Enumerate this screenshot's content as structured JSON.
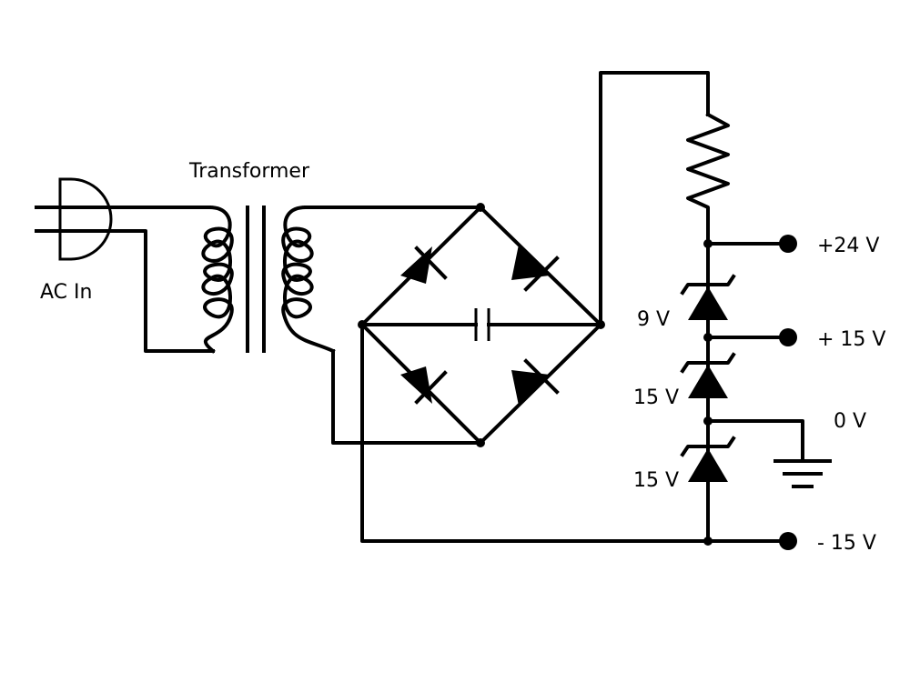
{
  "labels": {
    "transformer": "Transformer",
    "ac_in": "AC In",
    "zener_top": "9 V",
    "zener_mid": "15 V",
    "zener_bottom": "15 V",
    "out_24": "+24 V",
    "out_15": "+ 15 V",
    "out_0": "0 V",
    "out_neg15": "- 15 V"
  },
  "colors": {
    "ink": "#000000",
    "background": "#ffffff"
  }
}
